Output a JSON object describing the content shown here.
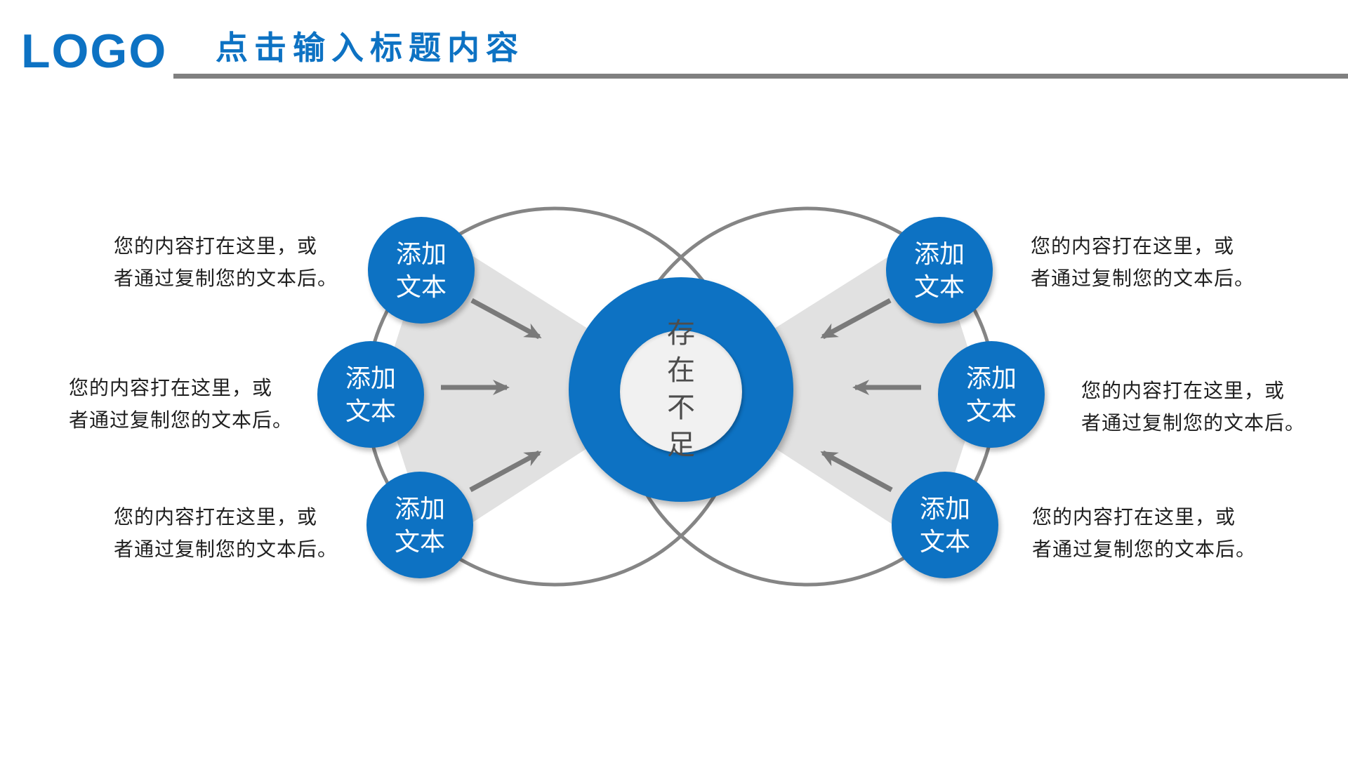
{
  "slide": {
    "logo": "LOGO",
    "title": "点击输入标题内容"
  },
  "diagram": {
    "center_label": "存在不足",
    "center_chars": [
      "存",
      "在",
      "不",
      "足"
    ],
    "node_label": {
      "line1": "添加",
      "line2": "文本"
    },
    "caption": {
      "line1": "您的内容打在这里，或",
      "line2": "者通过复制您的文本后。"
    }
  },
  "colors": {
    "accent": "#0D72C3",
    "line-gray": "#808080",
    "arc-gray": "#858585",
    "arrow-gray": "#7A7A7A",
    "wedge-gray": "#E1E1E1",
    "inner-circle": "#F1F1F1",
    "caption-text": "#1F1F1F",
    "center-text": "#4D4D4D"
  }
}
